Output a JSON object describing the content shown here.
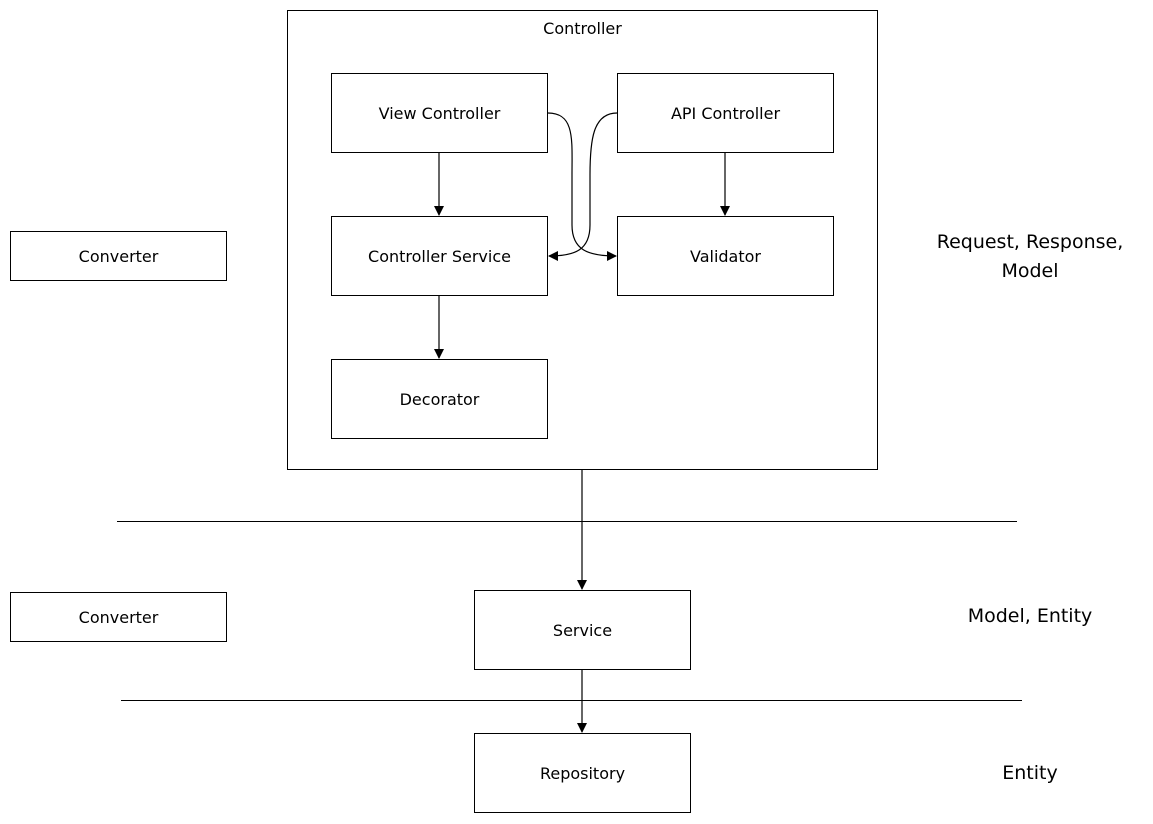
{
  "controller": {
    "title": "Controller",
    "view_controller": "View Controller",
    "api_controller": "API Controller",
    "controller_service": "Controller Service",
    "validator": "Validator",
    "decorator": "Decorator"
  },
  "service": "Service",
  "repository": "Repository",
  "converters": [
    "Converter",
    "Converter"
  ],
  "layer_labels": {
    "controller_line1": "Request, Response,",
    "controller_line2": "Model",
    "service": "Model, Entity",
    "repository": "Entity"
  }
}
